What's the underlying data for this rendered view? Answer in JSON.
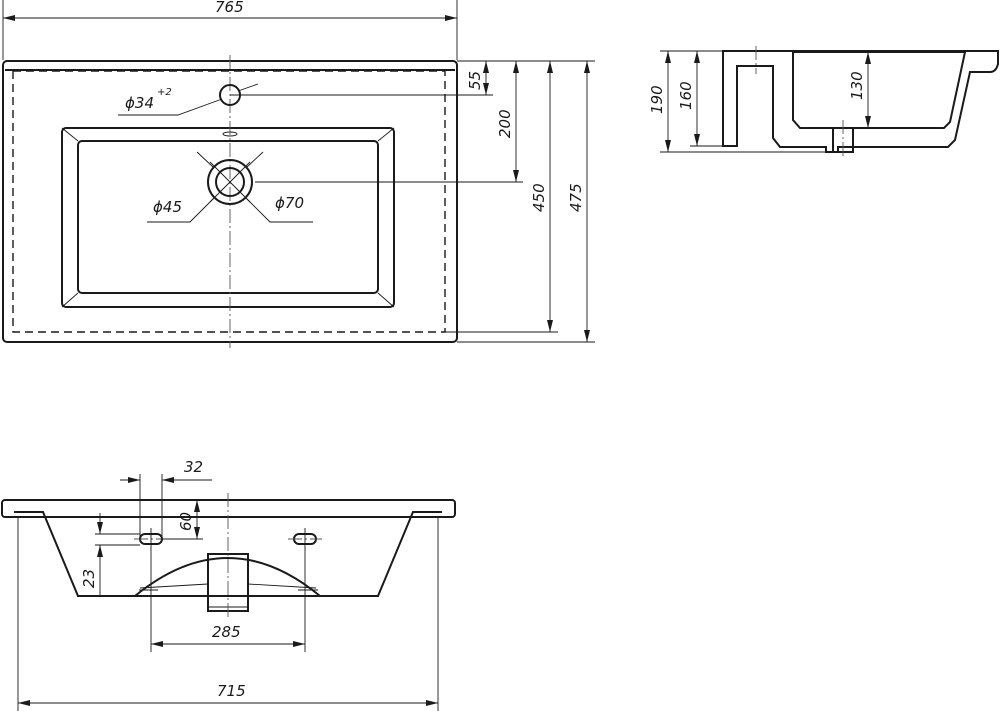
{
  "top_view": {
    "width_dim": "765",
    "tap_hole_dim": "ϕ34",
    "tap_hole_tol": "+2",
    "drain_inner_dim": "ϕ45",
    "drain_outer_dim": "ϕ70",
    "tap_offset_dim": "55",
    "drain_offset_dim": "200",
    "bowl_depth_dim": "450",
    "total_depth_dim": "475"
  },
  "side_view": {
    "height_total_dim": "190",
    "height_body_dim": "160",
    "bowl_height_dim": "130"
  },
  "front_view": {
    "slot_width_dim": "32",
    "slot_height_dim": "60",
    "slot_offset_dim": "23",
    "slot_spacing_dim": "285",
    "base_width_dim": "715"
  },
  "colors": {
    "line": "#1a1a1a",
    "background": "#ffffff"
  }
}
